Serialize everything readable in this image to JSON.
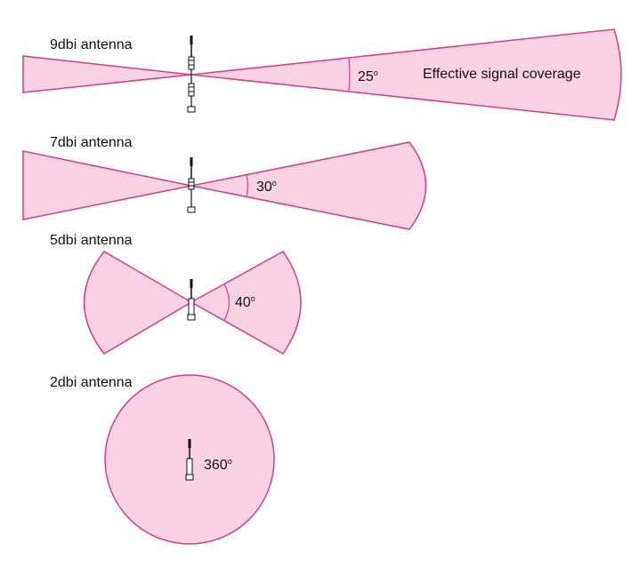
{
  "colors": {
    "fill": "#f8d1e3",
    "stroke": "#d63d8c",
    "antenna": "#222222"
  },
  "labels": {
    "row1_title": "9dbi antenna",
    "row2_title": "7dbi antenna",
    "row3_title": "5dbi antenna",
    "row4_title": "2dbi antenna",
    "coverage_note": "Effective signal coverage"
  },
  "angles": {
    "row1": "25",
    "row2": "30",
    "row3": "40",
    "row4": "360",
    "degree_mark": "o"
  }
}
